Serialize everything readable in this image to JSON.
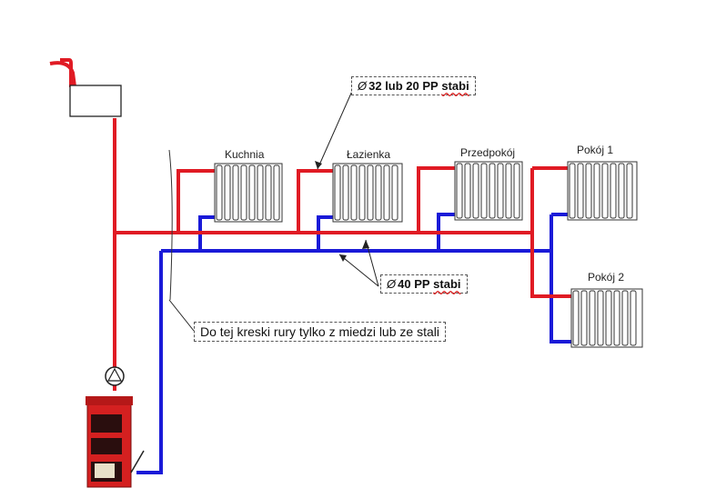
{
  "colors": {
    "supply": "#e01b24",
    "return": "#1a1ad8",
    "radiator_outline": "#333333",
    "radiator_fill": "#ffffff",
    "boiler_body": "#d42020",
    "boiler_dark": "#2a0e0e"
  },
  "rooms": {
    "kuchnia": "Kuchnia",
    "lazienka": "Łazienka",
    "przedpokoj": "Przedpokój",
    "pokoj1": "Pokój 1",
    "pokoj2": "Pokój 2"
  },
  "callouts": {
    "supply_pipe": {
      "symbol": "Ø",
      "text": "32 lub 20  PP",
      "wavy": "stabi"
    },
    "main_pipe": {
      "symbol": "Ø",
      "text": "40 PP",
      "wavy": "stabi"
    },
    "material_note": "Do tej kreski rury tylko z miedzi lub ze stali"
  },
  "icons": {
    "pump": "pump-icon",
    "boiler": "boiler-icon",
    "expansion_tank": "expansion-tank-icon",
    "radiator": "radiator-icon"
  }
}
